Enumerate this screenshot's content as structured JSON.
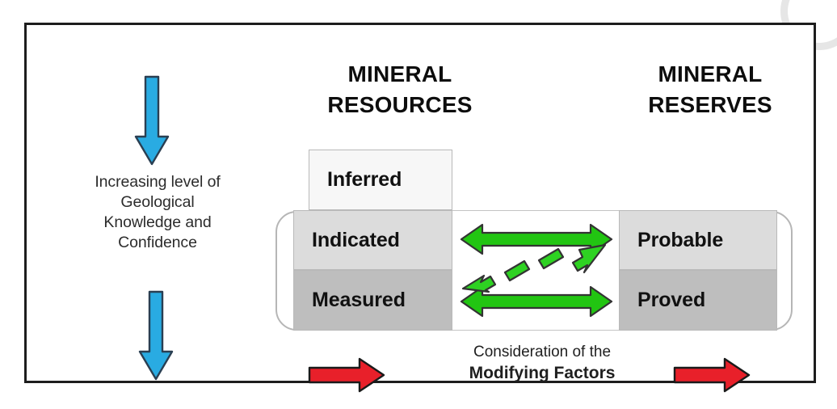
{
  "diagram": {
    "title": "Mineral Resources and Mineral Reserves classification",
    "headings": {
      "resources_line1": "MINERAL",
      "resources_line2": "RESOURCES",
      "reserves_line1": "MINERAL",
      "reserves_line2": "RESERVES"
    },
    "left_axis": {
      "caption_line1": "Increasing level of",
      "caption_line2": "Geological",
      "caption_line3": "Knowledge and",
      "caption_line4": "Confidence",
      "arrow_top_name": "blue-down-arrow",
      "arrow_bottom_name": "blue-down-arrow"
    },
    "resources": [
      {
        "label": "Inferred",
        "tone": "lightest",
        "tone_hex": "#f7f7f7"
      },
      {
        "label": "Indicated",
        "tone": "light",
        "tone_hex": "#dcdcdc"
      },
      {
        "label": "Measured",
        "tone": "dark",
        "tone_hex": "#bebebe"
      }
    ],
    "reserves": [
      {
        "label": "Probable",
        "tone": "light",
        "tone_hex": "#dcdcdc"
      },
      {
        "label": "Proved",
        "tone": "dark",
        "tone_hex": "#bebebe"
      }
    ],
    "connectors": [
      {
        "name": "indicated-to-probable",
        "style": "solid",
        "heads": "double",
        "color": "#22c512"
      },
      {
        "name": "measured-to-probable",
        "style": "dashed",
        "heads": "double",
        "color": "#2ed222"
      },
      {
        "name": "measured-to-proved",
        "style": "solid",
        "heads": "double",
        "color": "#22c512"
      }
    ],
    "modifying_factors": {
      "line1": "Consideration of the",
      "line2": "Modifying Factors",
      "arrow_color": "#e8202a"
    },
    "colors": {
      "frame": "#1d1d1d",
      "blue_arrow": "#29abe2",
      "green_arrow": "#22c512",
      "red_arrow": "#e8202a",
      "rounded_outline": "#b6b6b6",
      "background": "#ffffff"
    }
  }
}
